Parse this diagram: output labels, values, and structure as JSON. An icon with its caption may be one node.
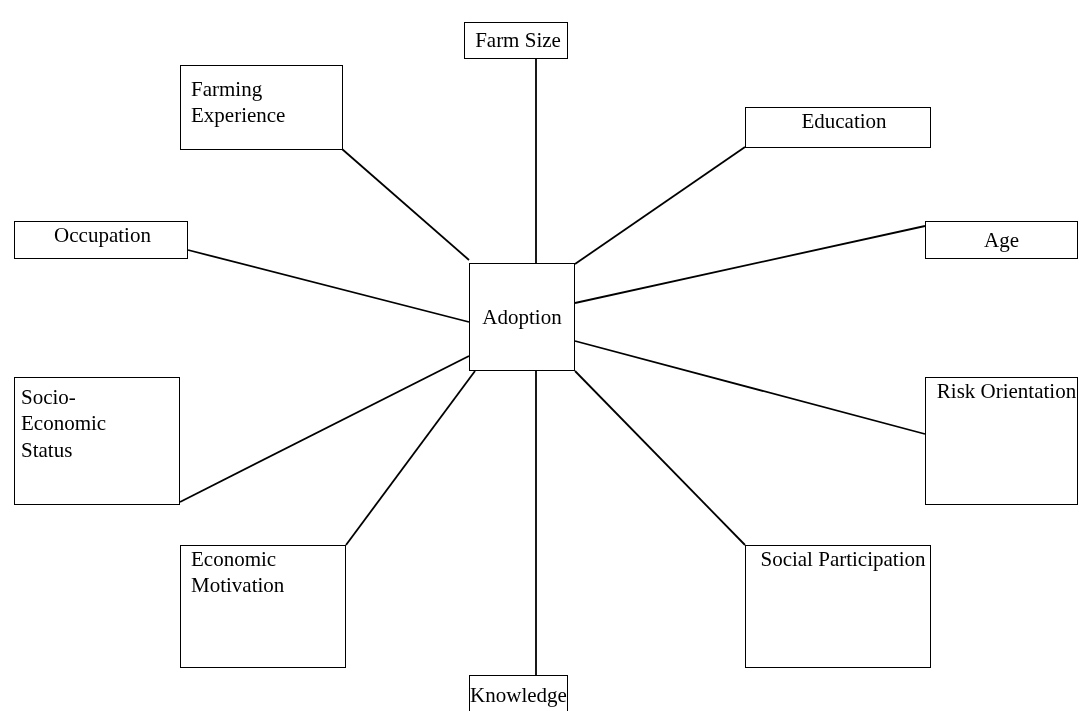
{
  "diagram": {
    "nodes": [
      {
        "text": [
          "Farm Size"
        ]
      },
      {
        "text": [
          "Farming Experience"
        ]
      },
      {
        "text": [
          "Education"
        ]
      },
      {
        "text": [
          "Occupation"
        ]
      },
      {
        "text": [
          "Age"
        ]
      },
      {
        "text": [
          "Adoption"
        ]
      },
      {
        "text": [
          "Socio- Economic Status"
        ]
      },
      {
        "text": [
          "Risk Orientation"
        ]
      },
      {
        "text": [
          "Economic Motivation"
        ]
      },
      {
        "text": [
          "Social Participation"
        ]
      },
      {
        "text": [
          "Knowledge"
        ]
      }
    ],
    "edges": [
      {
        "from": 5,
        "to": 0,
        "arrow": "none"
      },
      {
        "from": 5,
        "to": 1,
        "arrow": "none"
      },
      {
        "from": 5,
        "to": 2,
        "arrow": "none"
      },
      {
        "from": 5,
        "to": 3,
        "arrow": "none"
      },
      {
        "from": 5,
        "to": 4,
        "arrow": "none"
      },
      {
        "from": 5,
        "to": 6,
        "arrow": "none"
      },
      {
        "from": 5,
        "to": 7,
        "arrow": "none"
      },
      {
        "from": 5,
        "to": 8,
        "arrow": "none"
      },
      {
        "from": 5,
        "to": 9,
        "arrow": "none"
      },
      {
        "from": 5,
        "to": 10,
        "arrow": "none"
      }
    ]
  }
}
